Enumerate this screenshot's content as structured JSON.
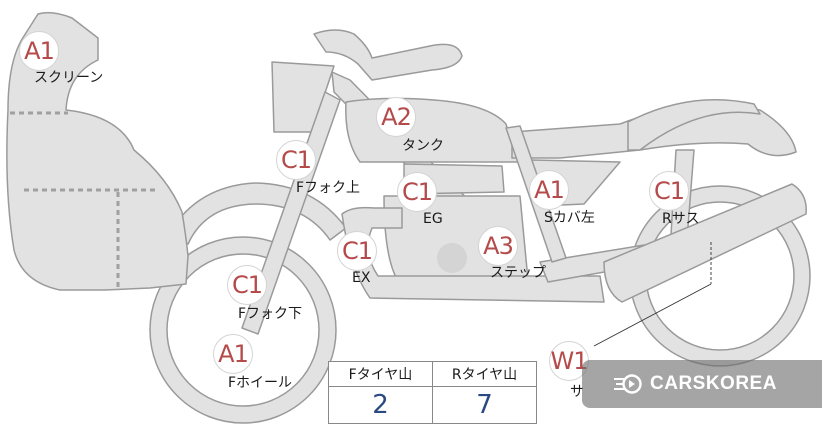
{
  "markers": [
    {
      "id": "screen",
      "code": "A1",
      "label": "スクリーン"
    },
    {
      "id": "tank",
      "code": "A2",
      "label": "タンク"
    },
    {
      "id": "ffork-upper",
      "code": "C1",
      "label": "Fフォク上"
    },
    {
      "id": "eg",
      "code": "C1",
      "label": "EG"
    },
    {
      "id": "scover-left",
      "code": "A1",
      "label": "Sカバ左"
    },
    {
      "id": "rsus",
      "code": "C1",
      "label": "Rサス"
    },
    {
      "id": "ex",
      "code": "C1",
      "label": "EX"
    },
    {
      "id": "step",
      "code": "A3",
      "label": "ステップ"
    },
    {
      "id": "ffork-lower",
      "code": "C1",
      "label": "Fフォク下"
    },
    {
      "id": "fwheel",
      "code": "A1",
      "label": "Fホイール"
    },
    {
      "id": "sa",
      "code": "W1",
      "label": "サ"
    }
  ],
  "tread_table": {
    "headers": [
      "Fタイヤ山",
      "Rタイヤ山"
    ],
    "values": [
      "2",
      "7"
    ]
  },
  "watermark": {
    "text": "CARSKOREA",
    "icon": "carskorea-logo-icon"
  },
  "colors": {
    "marker_text": "#b54a4a",
    "tread_value": "#2b4a82",
    "bike_fill": "#e2e2e2",
    "bike_stroke": "#9a9a9a"
  }
}
